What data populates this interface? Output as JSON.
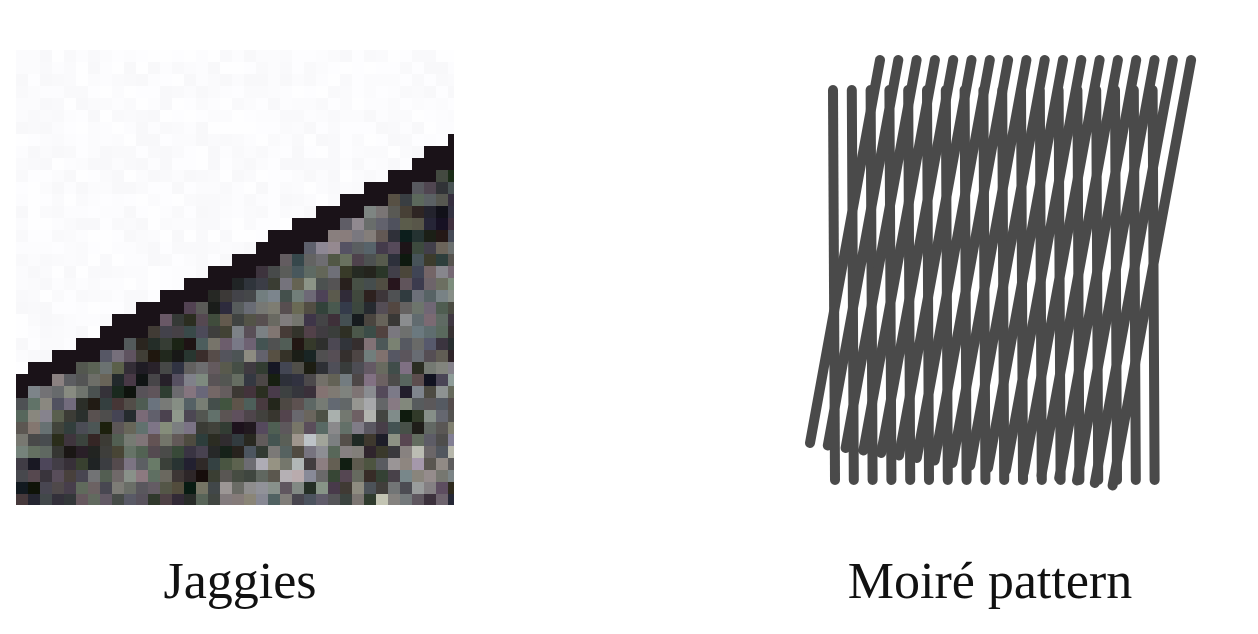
{
  "figures": [
    {
      "caption": "Jaggies",
      "illustration": "aliased-diagonal-edge"
    },
    {
      "caption": "Moiré pattern",
      "illustration": "overlapping-line-grids"
    }
  ],
  "colors": {
    "background": "#ffffff",
    "text": "#111111",
    "moire_lines": "#4a4a4a",
    "jaggies_edge": "#1a1218",
    "jaggies_fill": "#5c5558"
  }
}
